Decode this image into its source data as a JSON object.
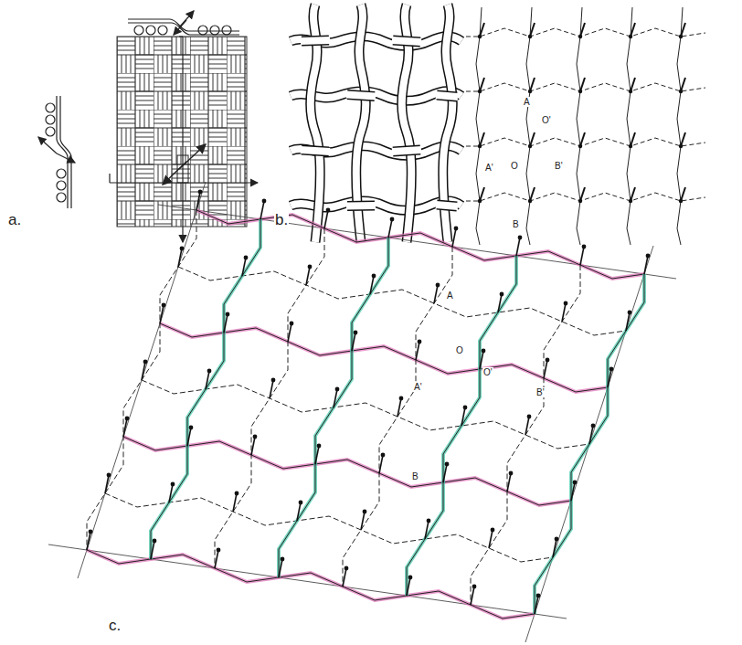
{
  "diagram": {
    "labels": [
      "a.",
      "b.",
      "A",
      "O'",
      "A'",
      "O",
      "B'",
      "B",
      "c.",
      "A",
      "O",
      "A'",
      "O'",
      "B'",
      "B"
    ]
  }
}
